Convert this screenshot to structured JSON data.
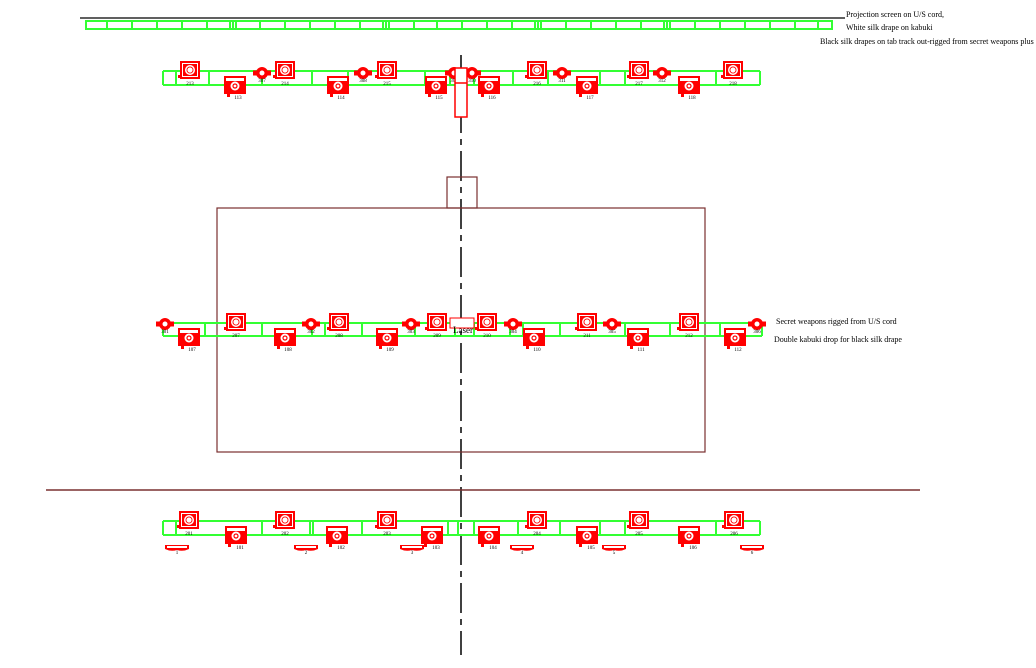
{
  "title": "Lighting plot",
  "colors": {
    "drape": "#33ff33",
    "fixture": "#ff0000",
    "outline": "#7a3030",
    "centerline": "#000000",
    "cord": "#000000"
  },
  "legend": {
    "projection_screen": "Projection screen on U/S cord,",
    "white_silk": "White silk drape on kabuki",
    "black_silk": "Black silk drapes on tab track out-rigged from secret weapons plus BWS leg",
    "secret_weapons": "Secret weapons rigged from U/S cord",
    "double_kabuki": "Double kabuki drop for black silk drape"
  },
  "laser_label": "Laser",
  "rows": {
    "upstage": {
      "upper_fixtures": [
        "213",
        "214",
        "215",
        "216",
        "217",
        "218"
      ],
      "lower_fixtures": [
        "113",
        "114",
        "115",
        "116",
        "117",
        "118"
      ],
      "secret_weapons": [
        "307",
        "308",
        "309",
        "310",
        "311",
        "312"
      ]
    },
    "midstage": {
      "upper_fixtures": [
        "207",
        "208",
        "209",
        "210",
        "211",
        "212"
      ],
      "lower_fixtures": [
        "107",
        "108",
        "109",
        "110",
        "111",
        "112"
      ],
      "secret_weapons": [
        "301",
        "302",
        "303",
        "304",
        "305",
        "306"
      ]
    },
    "downstage": {
      "upper_fixtures": [
        "201",
        "202",
        "203",
        "204",
        "205",
        "206"
      ],
      "lower_fixtures": [
        "101",
        "102",
        "103",
        "104",
        "105",
        "106"
      ],
      "floor_units": [
        "1",
        "2",
        "3",
        "4",
        "5",
        "6"
      ]
    }
  }
}
